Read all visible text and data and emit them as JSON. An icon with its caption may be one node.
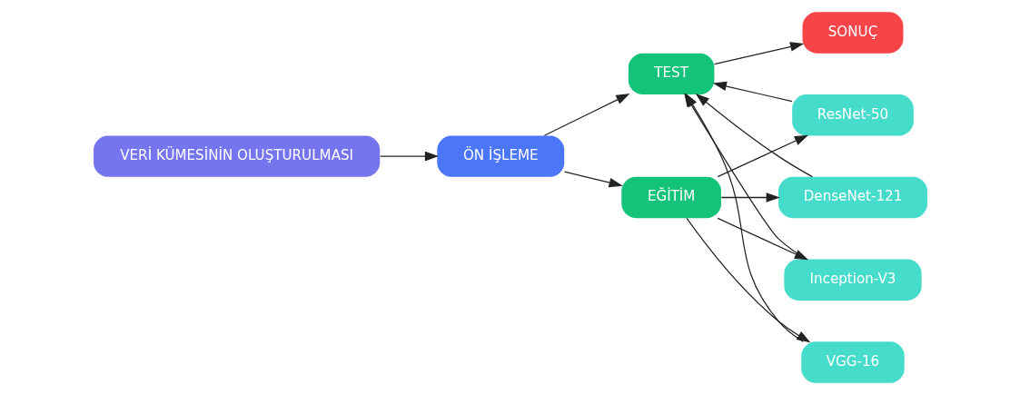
{
  "diagram": {
    "nodes": [
      {
        "text": [
          "VERİ KÜMESİNİN OLUŞTURULMASI"
        ]
      },
      {
        "text": [
          "ÖN İŞLEME"
        ]
      },
      {
        "text": [
          "TEST"
        ]
      },
      {
        "text": [
          "SONUÇ"
        ]
      },
      {
        "text": [
          "EĞİTİM"
        ]
      },
      {
        "text": [
          "ResNet-50"
        ]
      },
      {
        "text": [
          "DenseNet-121"
        ]
      },
      {
        "text": [
          "Inception-V3"
        ]
      },
      {
        "text": [
          "VGG-16"
        ]
      }
    ],
    "edges": [
      {
        "from": 0,
        "to": 1,
        "arrow": "to"
      },
      {
        "from": 1,
        "to": 2,
        "arrow": "to"
      },
      {
        "from": 1,
        "to": 4,
        "arrow": "to"
      },
      {
        "from": 2,
        "to": 3,
        "arrow": "to"
      },
      {
        "from": 4,
        "to": 5,
        "arrow": "to"
      },
      {
        "from": 4,
        "to": 6,
        "arrow": "to"
      },
      {
        "from": 4,
        "to": 7,
        "arrow": "to"
      },
      {
        "from": 4,
        "to": 8,
        "arrow": "to"
      },
      {
        "from": 5,
        "to": 2,
        "arrow": "to"
      },
      {
        "from": 6,
        "to": 2,
        "arrow": "to"
      },
      {
        "from": 7,
        "to": 2,
        "arrow": "to"
      },
      {
        "from": 8,
        "to": 2,
        "arrow": "to"
      }
    ]
  }
}
